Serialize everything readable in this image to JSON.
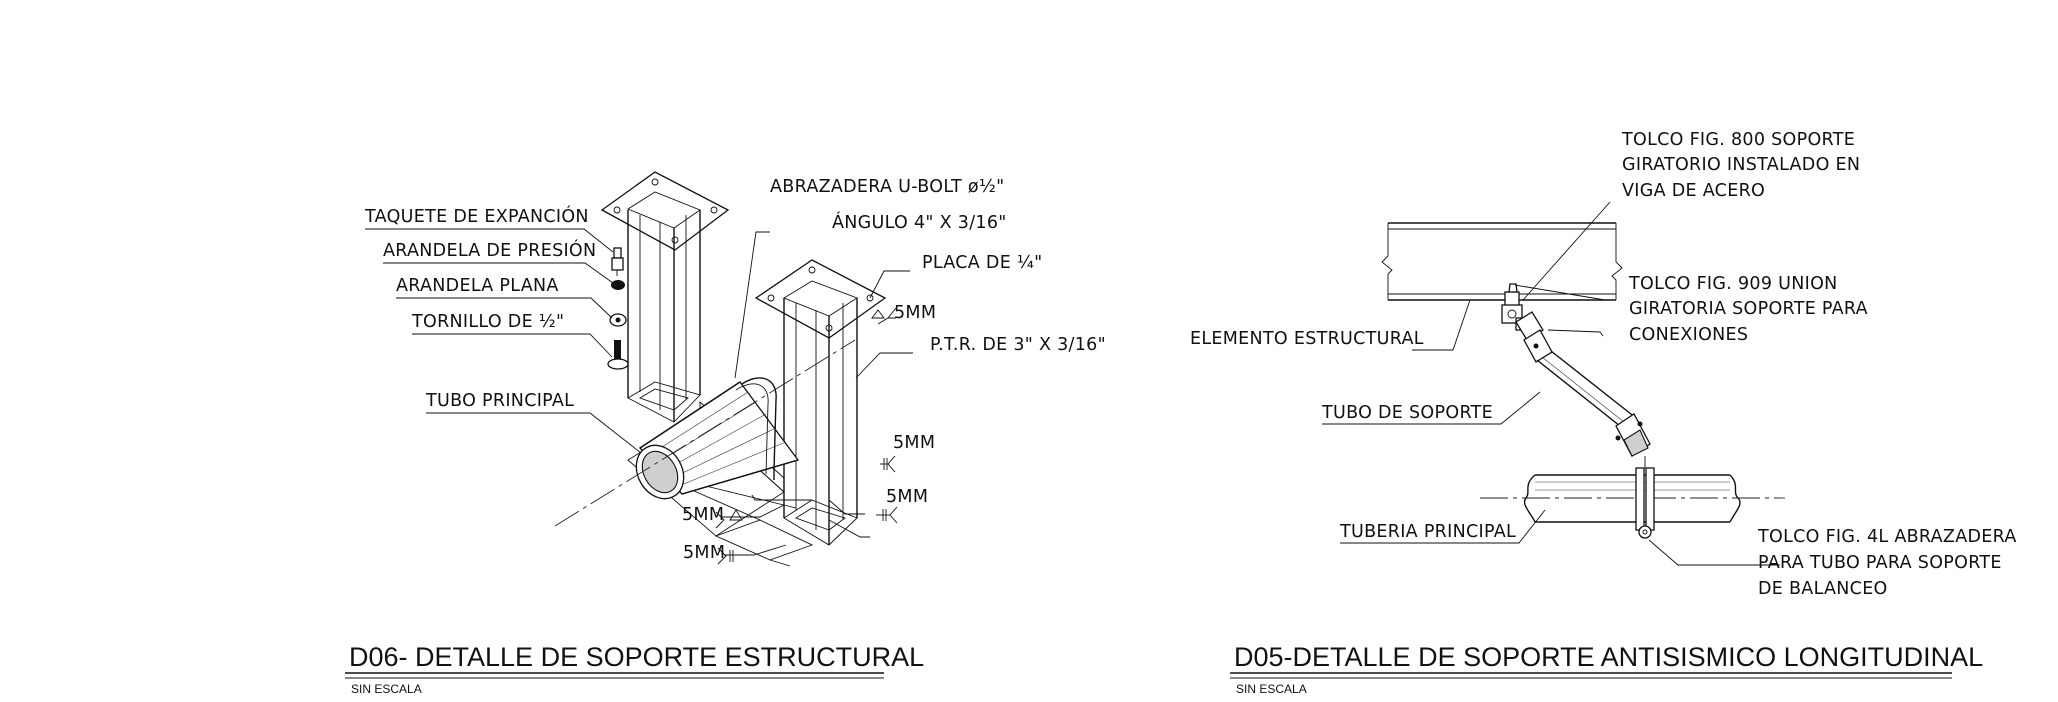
{
  "detail_d06": {
    "title": "D06- DETALLE DE SOPORTE ESTRUCTURAL",
    "scale": "SIN ESCALA",
    "labels": {
      "taquete": "TAQUETE DE EXPANCIÓN",
      "arandela_presion": "ARANDELA DE PRESIÓN",
      "arandela_plana": "ARANDELA PLANA",
      "tornillo": "TORNILLO DE ½\"",
      "tubo_principal": "TUBO PRINCIPAL",
      "abrazadera": "ABRAZADERA U-BOLT ø½\"",
      "angulo": "ÁNGULO 4\" X 3/16\"",
      "placa": "PLACA DE ¼\"",
      "ptr": "P.T.R. DE 3\" X 3/16\"",
      "weld_5mm": "5MM"
    }
  },
  "detail_d05": {
    "title": "D05-DETALLE DE SOPORTE ANTISISMICO LONGITUDINAL",
    "scale": "SIN ESCALA",
    "labels": {
      "fig800": [
        "TOLCO FIG. 800 SOPORTE",
        "GIRATORIO  INSTALADO  EN",
        "VIGA DE ACERO"
      ],
      "fig909": [
        "TOLCO  FIG.  909  UNION",
        "GIRATORIA  SOPORTE  PARA",
        "CONEXIONES"
      ],
      "elemento": "ELEMENTO ESTRUCTURAL",
      "tubo_soporte": "TUBO DE SOPORTE",
      "tuberia": "TUBERIA PRINCIPAL",
      "fig4l": [
        "TOLCO FIG. 4L ABRAZADERA",
        "PARA TUBO PARA SOPORTE",
        "DE BALANCEO"
      ]
    }
  }
}
